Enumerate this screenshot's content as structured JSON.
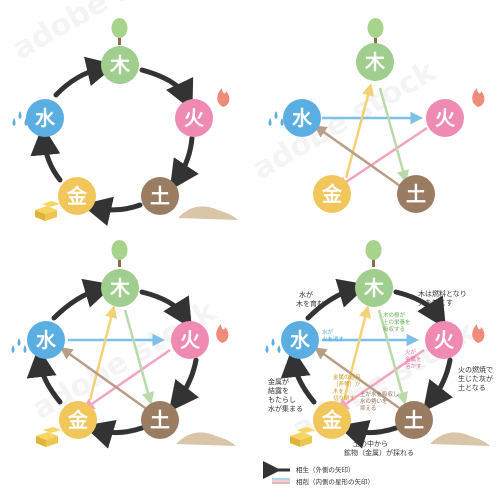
{
  "elements": {
    "wood": {
      "label": "木",
      "color": "#9fce8f"
    },
    "fire": {
      "label": "火",
      "color": "#ef8bb3"
    },
    "earth": {
      "label": "土",
      "color": "#9a7c62"
    },
    "metal": {
      "label": "金",
      "color": "#f1c65a"
    },
    "water": {
      "label": "水",
      "color": "#5aaee2"
    }
  },
  "colors": {
    "cycle_arrow": "#333333",
    "overcome_water_fire": "#7ec0e9",
    "overcome_fire_metal": "#f4a3c3",
    "overcome_metal_wood": "#f3d277",
    "overcome_wood_earth": "#b8dba9",
    "overcome_earth_water": "#b89e86"
  },
  "annotations": {
    "water_wood": [
      "水が",
      "木を育む"
    ],
    "wood_fire": [
      "木は燃料となり",
      "火を起こす"
    ],
    "fire_earth": [
      "火の燃焼で",
      "生じた灰が",
      "土となる"
    ],
    "earth_metal": [
      "土の中から",
      "鉱物（金属）が採れる"
    ],
    "metal_water": [
      "金属が",
      "結露を",
      "もたらし",
      "水が集まる"
    ],
    "water_fire_inner": [
      "水が",
      "火を消す"
    ],
    "wood_earth_inner": [
      "木の根が",
      "土の栄養を",
      "吸収する"
    ],
    "fire_metal_inner": [
      "火が",
      "金属を",
      "溶かす"
    ],
    "metal_wood_inner": [
      "金属の道具",
      "（斧等）が",
      "木を",
      "切り倒す"
    ],
    "earth_water_inner": [
      "土が水を吸収し",
      "水の勢いを",
      "抑える"
    ]
  },
  "legend": {
    "generating": "相生（外側の矢印）",
    "overcoming": "相剋（内側の星形の矢印）"
  },
  "watermark": "adobe stock"
}
